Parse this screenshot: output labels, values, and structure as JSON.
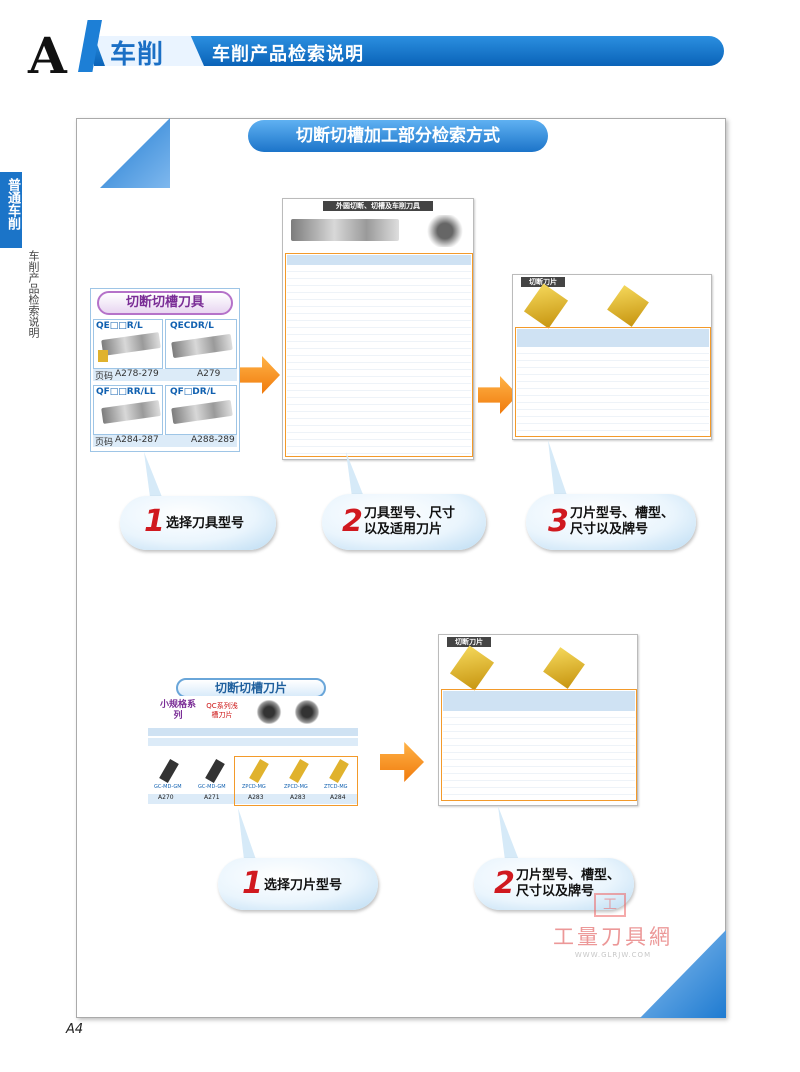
{
  "header": {
    "section_letter": "A",
    "section_title": "车削",
    "subtitle": "车削产品检索说明"
  },
  "side_tab": {
    "main": "普通车削",
    "sub": "车削产品检索说明"
  },
  "panel": {
    "title": "切断切槽加工部分检索方式"
  },
  "flow1": {
    "card_title": "切断切槽刀具",
    "tools": [
      {
        "label": "QE□□R/L",
        "ref_prefix": "页码",
        "ref": "A278-279"
      },
      {
        "label": "QECDR/L",
        "ref": "A279"
      },
      {
        "label": "QF□□RR/LL",
        "ref_prefix": "页码",
        "ref": "A284-287"
      },
      {
        "label": "QF□DR/L",
        "ref": "A288-289"
      }
    ],
    "doc1_title": "外圆切断、切槽及车削刀具",
    "doc2_title": "切断刀片",
    "steps": [
      {
        "num": "1",
        "text": "选择刀具型号"
      },
      {
        "num": "2",
        "text": "刀具型号、尺寸以及适用刀片"
      },
      {
        "num": "3",
        "text": "刀片型号、槽型、尺寸以及牌号"
      }
    ]
  },
  "flow2": {
    "card_title": "切断切槽刀片",
    "series_small": "小规格系列",
    "series_qc": "QC系列浅槽刀片",
    "doc_title": "切断刀片",
    "insert_labels": [
      "GC-MD-GM",
      "GC-MD-GM",
      "ZPCD-MG",
      "ZPCD-MG",
      "ZTCD-MG"
    ],
    "insert_refs": [
      "A270",
      "A271",
      "A283",
      "A283",
      "A284"
    ],
    "steps": [
      {
        "num": "1",
        "text": "选择刀片型号"
      },
      {
        "num": "2",
        "text": "刀片型号、槽型、尺寸以及牌号"
      }
    ]
  },
  "watermark": {
    "text": "工量刀具網",
    "url": "WWW.GLRJW.COM"
  },
  "page_number": "A4",
  "colors": {
    "brand_blue": "#1b74c8",
    "arrow_orange": "#f07a0c",
    "step_red": "#d0191f"
  }
}
